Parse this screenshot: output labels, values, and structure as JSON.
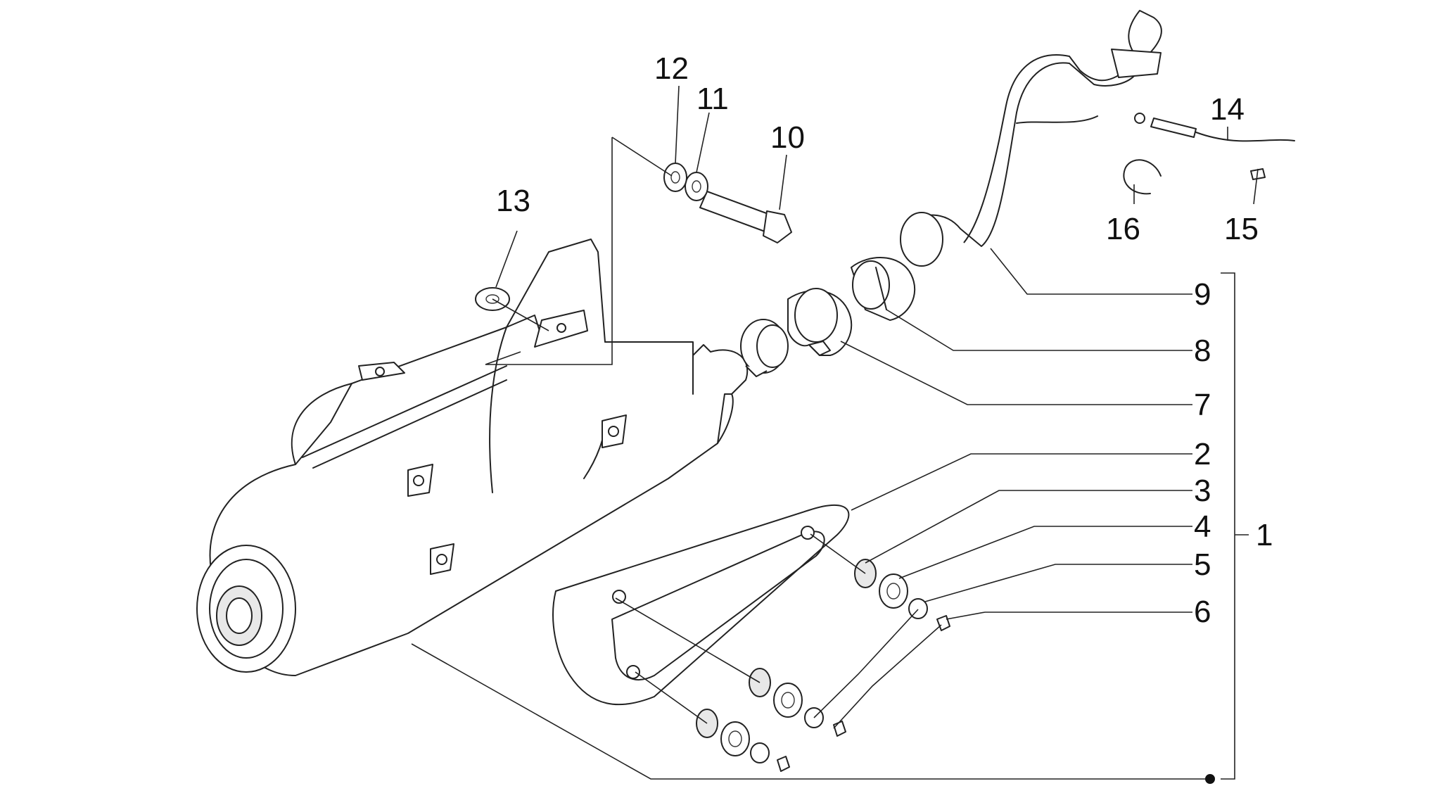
{
  "diagram": {
    "callouts": [
      {
        "id": "c1",
        "text": "1"
      },
      {
        "id": "c2",
        "text": "2"
      },
      {
        "id": "c3",
        "text": "3"
      },
      {
        "id": "c4",
        "text": "4"
      },
      {
        "id": "c5",
        "text": "5"
      },
      {
        "id": "c6",
        "text": "6"
      },
      {
        "id": "c7",
        "text": "7"
      },
      {
        "id": "c8",
        "text": "8"
      },
      {
        "id": "c9",
        "text": "9"
      },
      {
        "id": "c10",
        "text": "10"
      },
      {
        "id": "c11",
        "text": "11"
      },
      {
        "id": "c12",
        "text": "12"
      },
      {
        "id": "c13",
        "text": "13"
      },
      {
        "id": "c14",
        "text": "14"
      },
      {
        "id": "c15",
        "text": "15"
      },
      {
        "id": "c16",
        "text": "16"
      }
    ]
  }
}
